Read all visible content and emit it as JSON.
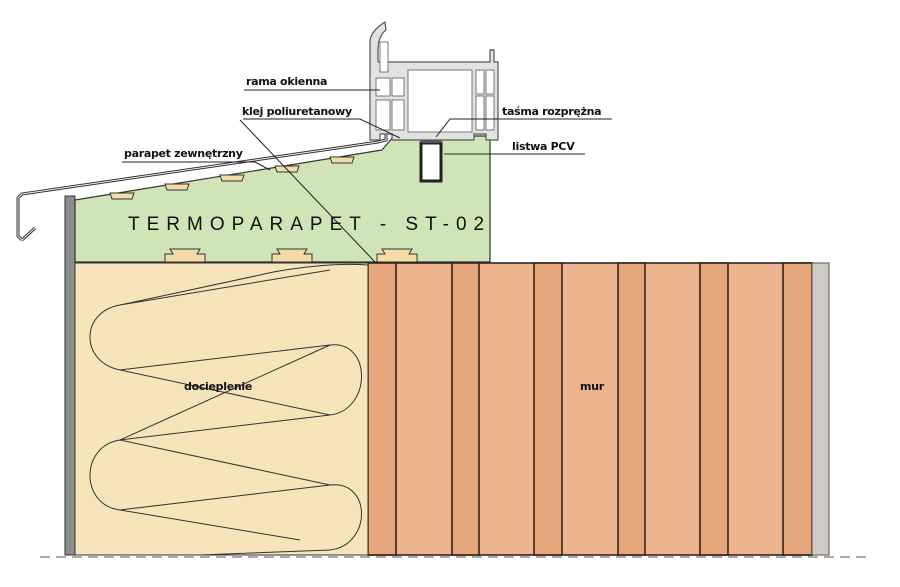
{
  "labels": {
    "window_frame": "rama okienna",
    "adhesive": "klej poliuretanowy",
    "expansion_tape": "taśma rozprężna",
    "pvc_strip": "listwa PCV",
    "outer_sill": "parapet zewnętrzny",
    "product": "TERMOPARAPET - ST-02",
    "insulation": "docieplenie",
    "wall": "mur"
  },
  "colors": {
    "sill_body": "#cfe5b8",
    "insulation": "#f6e4bb",
    "wall_dark": "#e6a67c",
    "wall_light": "#ecb48f",
    "frame": "#d6d6d6",
    "side_strip": "#cfcac4"
  }
}
